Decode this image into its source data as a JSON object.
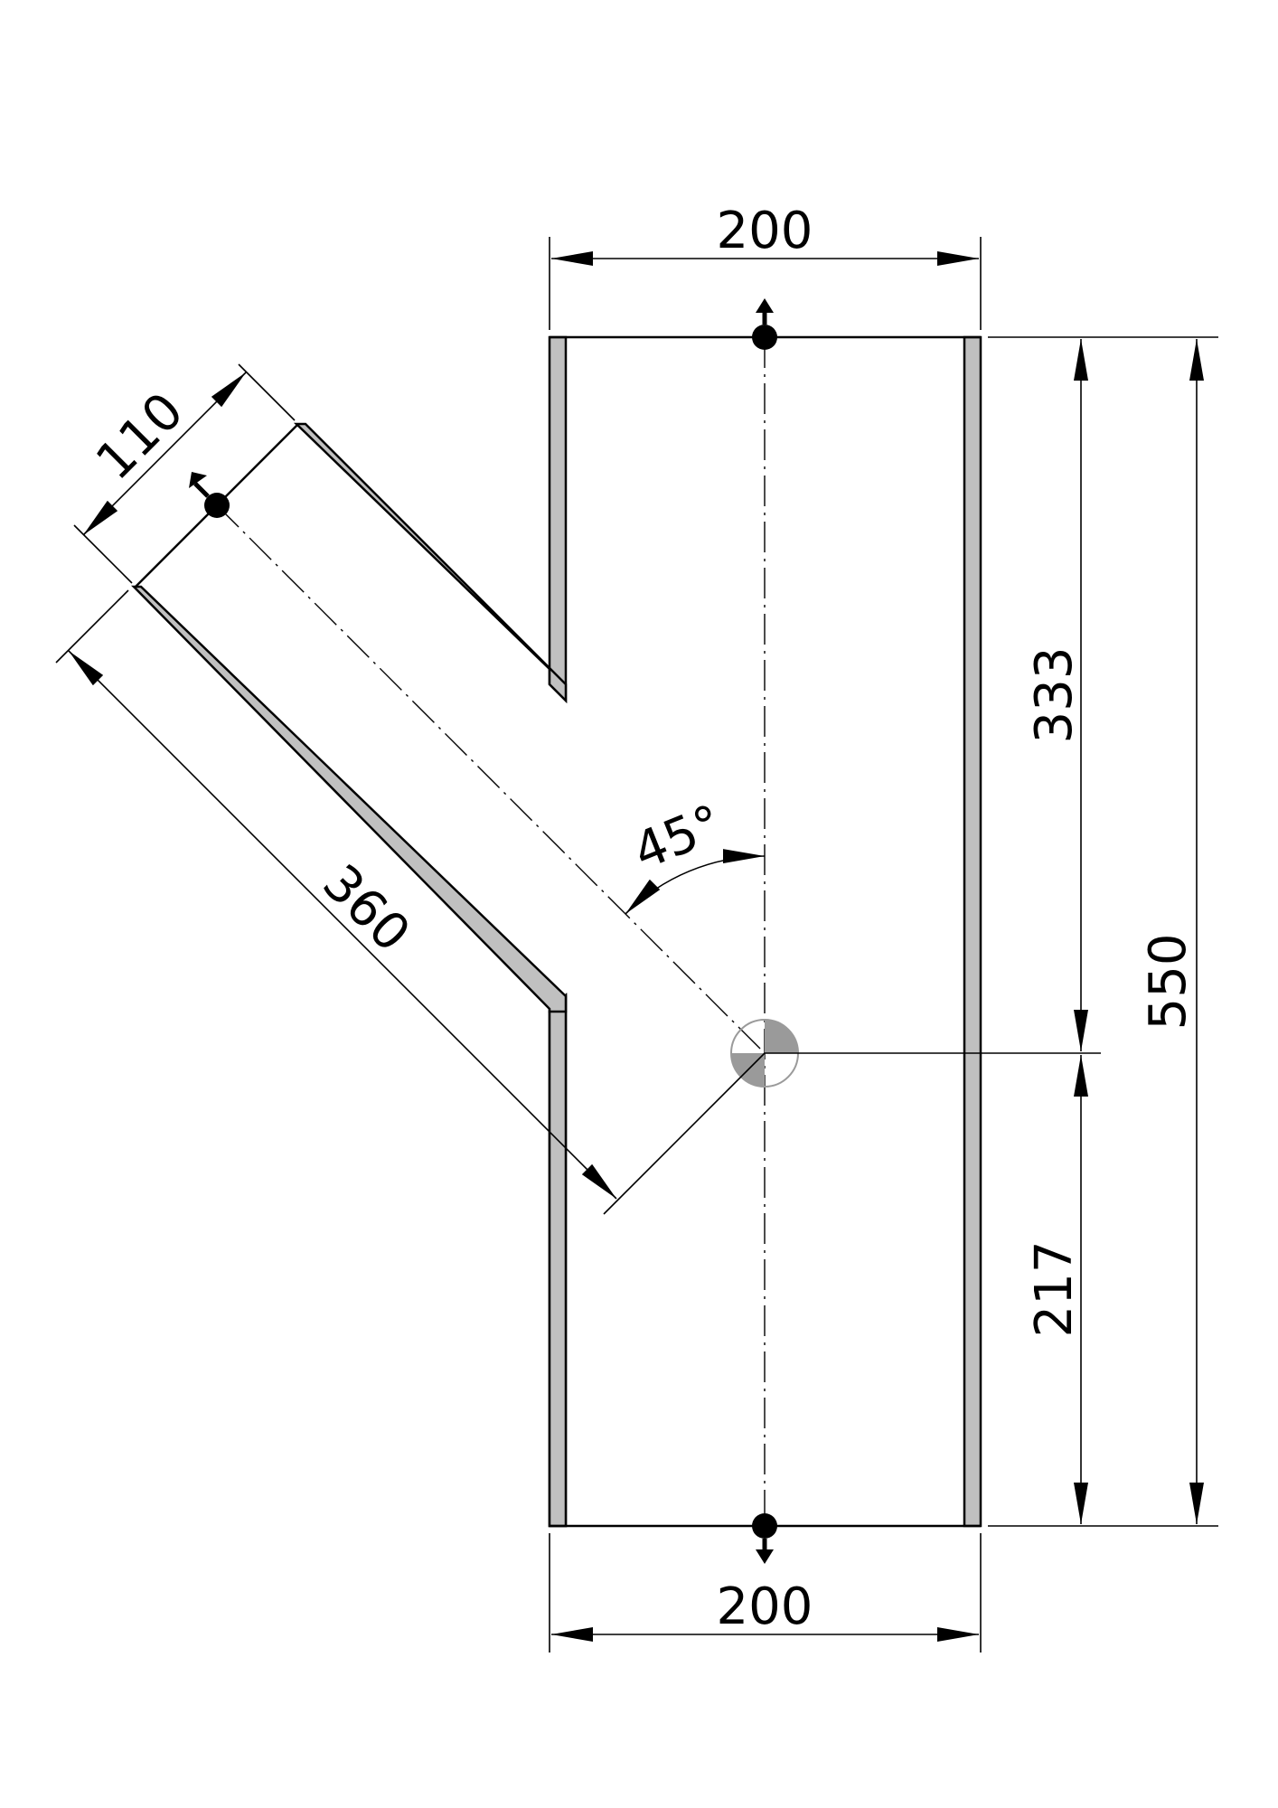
{
  "drawing": {
    "dimensions": {
      "top_width": "200",
      "bottom_width": "200",
      "branch_diameter": "110",
      "branch_length": "360",
      "branch_angle": "45°",
      "upper_length": "333",
      "lower_length": "217",
      "total_length": "550"
    },
    "colors": {
      "line": "#000000",
      "wall_fill": "#c0c0c0",
      "centre_mark": "#9a9a9a"
    }
  }
}
